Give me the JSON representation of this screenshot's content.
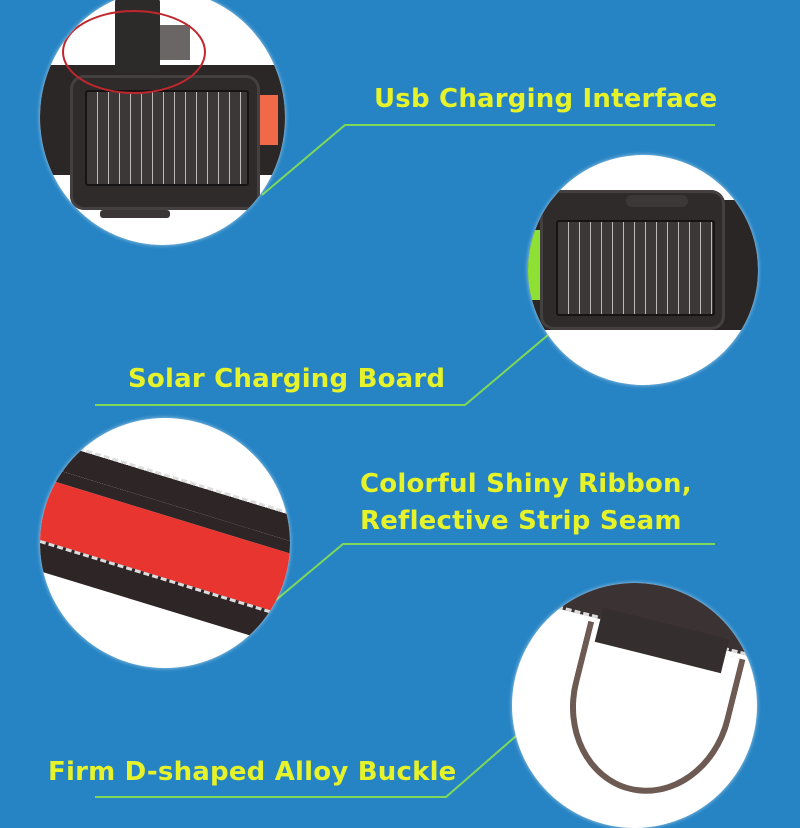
{
  "background_color": "#2684c4",
  "label_color": "#e6f22a",
  "leader_line_color": "#7ed957",
  "features": [
    {
      "label": "Usb Charging Interface",
      "image": "usb-port-closeup"
    },
    {
      "label": "Solar Charging Board",
      "image": "solar-panel-closeup"
    },
    {
      "label_line1": "Colorful Shiny Ribbon,",
      "label_line2": "Reflective Strip Seam",
      "image": "reflective-ribbon-closeup"
    },
    {
      "label": "Firm D-shaped Alloy Buckle",
      "image": "d-ring-buckle-closeup"
    }
  ]
}
